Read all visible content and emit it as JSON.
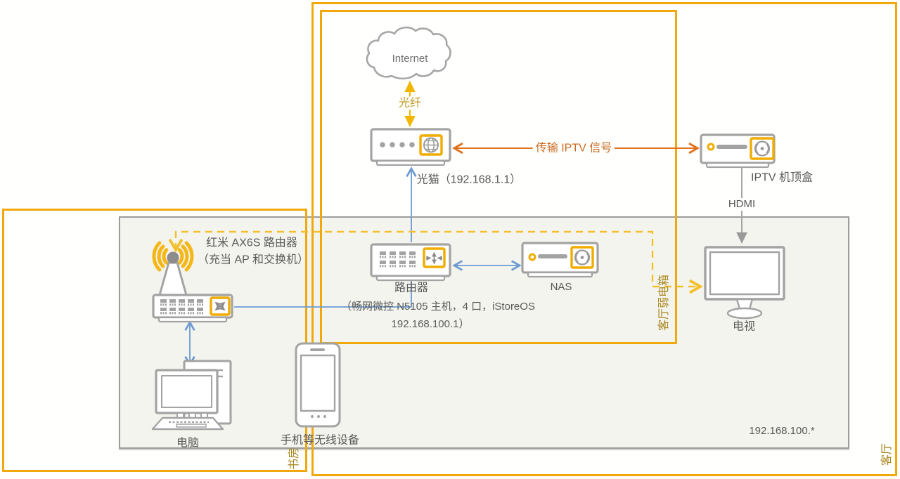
{
  "diagram_title": "home-network-topology",
  "colors": {
    "zone_border_yellow": "#F0A80C",
    "accent_yellow": "#F2B600",
    "dashed_yellow": "#F3C02C",
    "gold_text": "#A8861D",
    "orange_link": "#E0711F",
    "blue_link": "#6C9BD2",
    "device_gray": "#A3A3A3",
    "text_gray": "#595959",
    "lan_zone_fill": "#F4F4EE"
  },
  "zones": {
    "living_room": {
      "label": "客厅"
    },
    "study": {
      "label": "书房"
    },
    "weak_current_box": {
      "label": "客厅弱电箱"
    },
    "lan": {
      "label": "192.168.100.*"
    }
  },
  "nodes": {
    "internet": {
      "label": "Internet"
    },
    "modem": {
      "label": "光猫（192.168.1.1）"
    },
    "iptv_stb": {
      "label": "IPTV 机顶盒"
    },
    "router": {
      "label": "路由器",
      "detail_line1": "（畅网微控 N5105 主机，4 口，iStoreOS",
      "detail_line2": "192.168.100.1）"
    },
    "nas": {
      "label": "NAS"
    },
    "ap": {
      "label_line1": "红米 AX6S 路由器",
      "label_line2": "（充当 AP 和交换机）"
    },
    "pc": {
      "label": "电脑"
    },
    "phone": {
      "label": "手机等无线设备"
    },
    "tv": {
      "label": "电视"
    }
  },
  "links": {
    "fiber": {
      "label": "光纤"
    },
    "iptv_signal": {
      "label": "传输 IPTV 信号"
    },
    "hdmi": {
      "label": "HDMI"
    }
  }
}
